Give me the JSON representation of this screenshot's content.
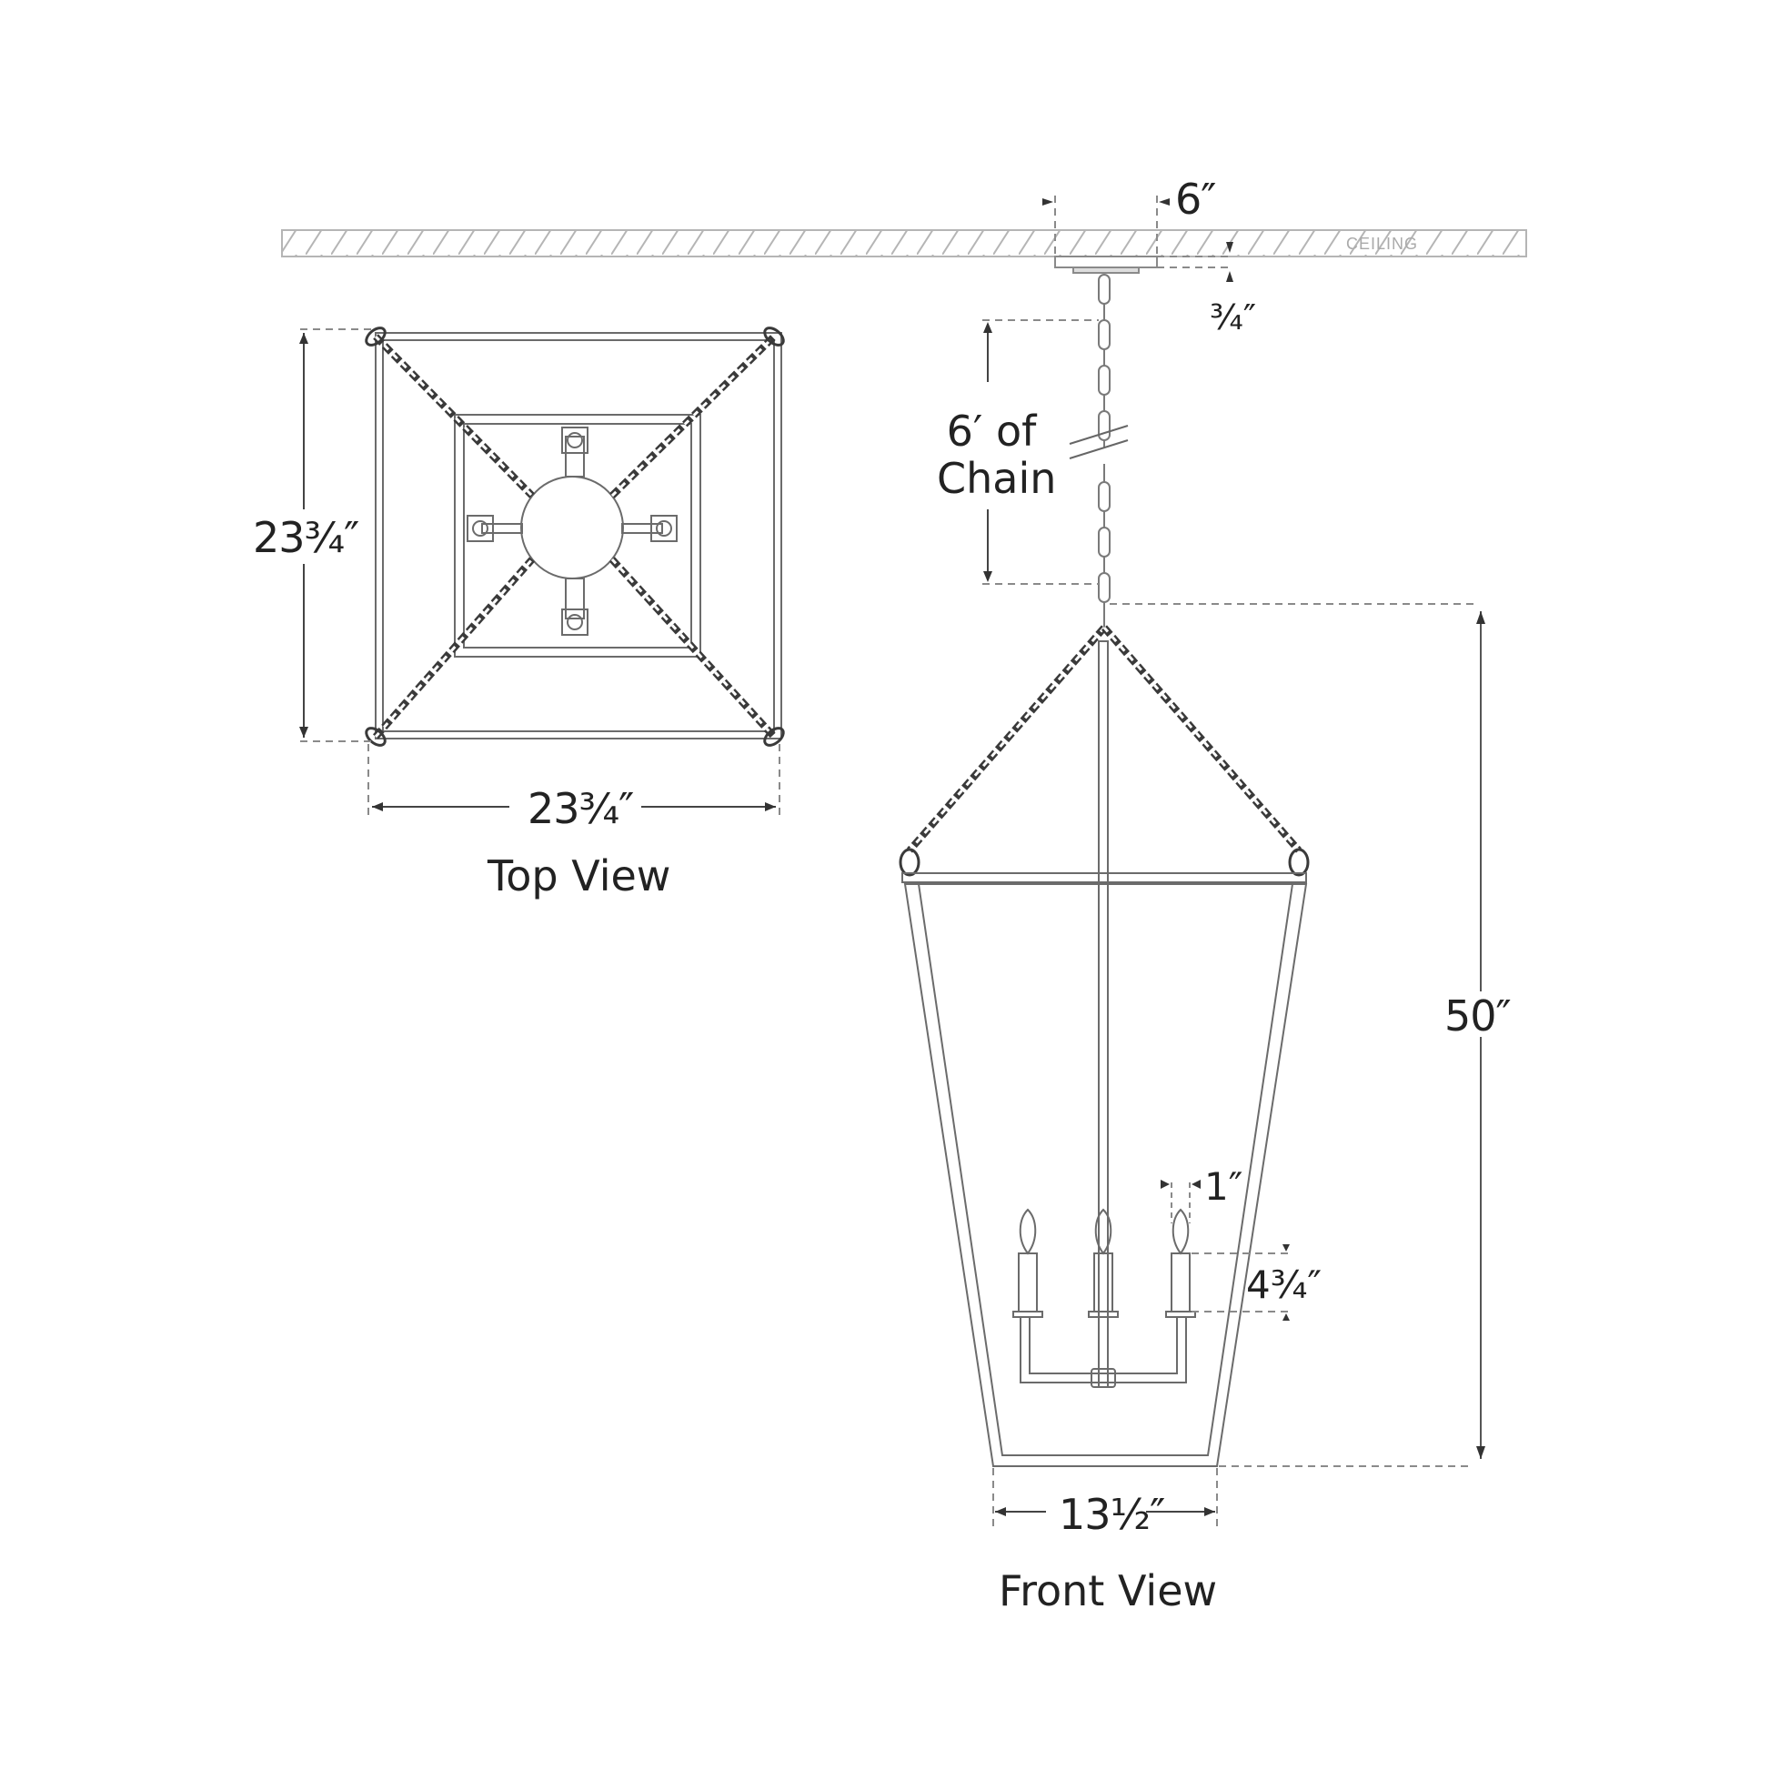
{
  "ceiling": {
    "label": "CEILING"
  },
  "canopy": {
    "width": "6″",
    "depth": "¾″"
  },
  "chain": {
    "line1": "6′ of",
    "line2": "Chain"
  },
  "top_view": {
    "caption": "Top View",
    "height": "23¾″",
    "width": "23¾″"
  },
  "front_view": {
    "caption": "Front View",
    "overall_height": "50″",
    "bottom_width": "13½″",
    "candle_width": "1″",
    "candle_height": "4¾″"
  },
  "colors": {
    "line": "#6b6b6b",
    "dark": "#3a3a3a",
    "dash": "#8a8a8a",
    "ceiling": "#b5b5b5"
  }
}
